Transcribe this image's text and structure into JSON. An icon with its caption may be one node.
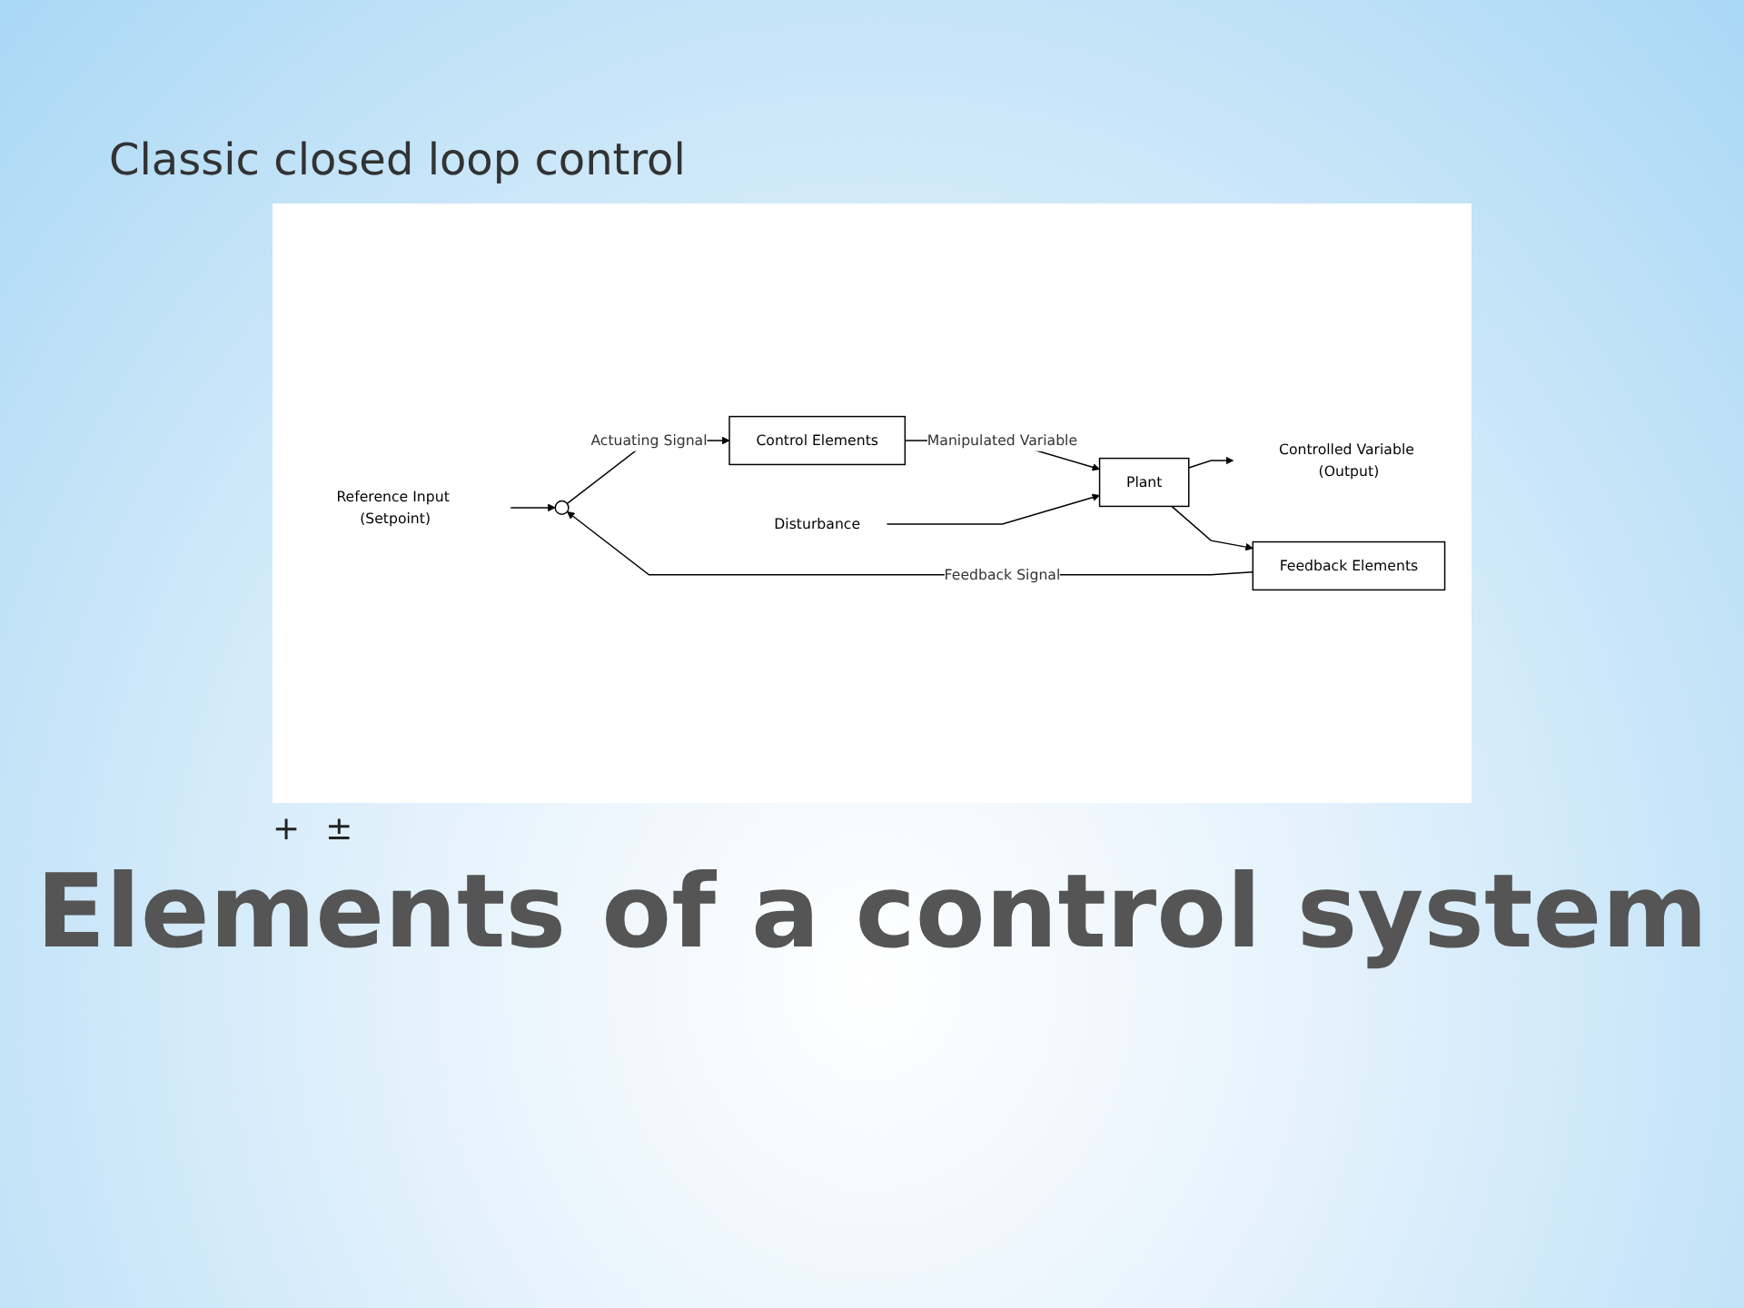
{
  "diagram": {
    "title": "Elements of a control system",
    "nodes": [
      {
        "text": [
          "Reference Input (Setpoint)"
        ]
      },
      {
        "text": [],
        "shape": "circle"
      },
      {
        "text": [
          "Control Elements"
        ]
      },
      {
        "text": [
          "Plant"
        ]
      },
      {
        "text": [
          "Disturbance"
        ]
      },
      {
        "text": [
          "Controlled Variable (Output)"
        ]
      },
      {
        "text": [
          "Feedback Elements"
        ]
      }
    ],
    "edges": [
      {
        "from": 0,
        "to": 1,
        "arrow": "to"
      },
      {
        "from": 1,
        "to": 2,
        "arrow": "to",
        "label": "Actuating Signal"
      },
      {
        "from": 2,
        "to": 3,
        "arrow": "to",
        "label": "Manipulated Variable"
      },
      {
        "from": 4,
        "to": 3,
        "arrow": "to"
      },
      {
        "from": 3,
        "to": 5,
        "arrow": "to"
      },
      {
        "from": 3,
        "to": 6,
        "arrow": "to"
      },
      {
        "from": 6,
        "to": 1,
        "arrow": "to",
        "label": "Feedback Signal"
      }
    ],
    "labels": [
      "Classic closed loop control",
      "+",
      "±"
    ]
  }
}
